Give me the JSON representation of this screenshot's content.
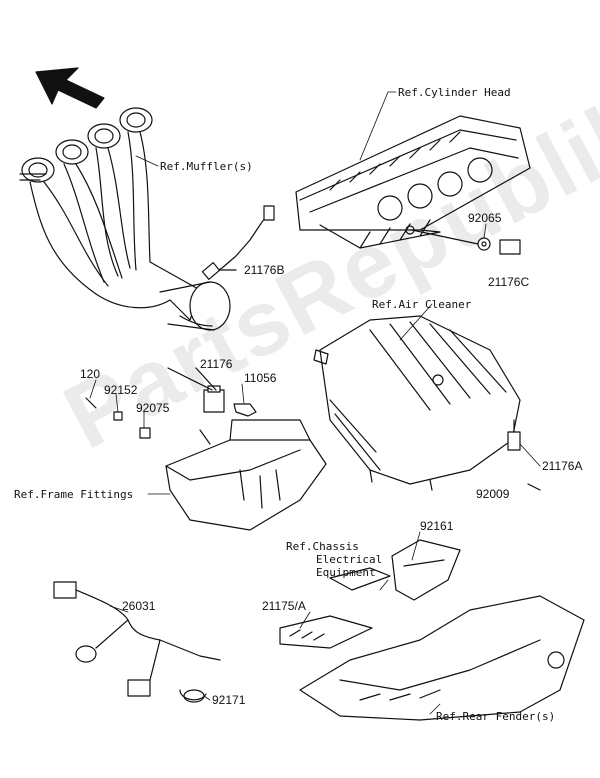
{
  "labels": {
    "ref_muffler": "Ref.Muffler(s)",
    "ref_cylinder_head": "Ref.Cylinder Head",
    "ref_air_cleaner": "Ref.Air Cleaner",
    "ref_frame_fittings": "Ref.Frame Fittings",
    "ref_chassis_l1": "Ref.Chassis",
    "ref_chassis_l2": "Electrical",
    "ref_chassis_l3": "Equipment",
    "ref_rear_fender": "Ref.Rear Fender(s)"
  },
  "parts": {
    "p21176B": "21176B",
    "p92065": "92065",
    "p21176C": "21176C",
    "p21176": "21176",
    "p11056": "11056",
    "p120": "120",
    "p92152": "92152",
    "p92075": "92075",
    "p21176A": "21176A",
    "p92009": "92009",
    "p92161": "92161",
    "p21175A": "21175/A",
    "p26031": "26031",
    "p92171": "92171"
  },
  "watermark": "PartsRepublik",
  "colors": {
    "line": "#111111",
    "fill": "#ffffff",
    "shade": "#d9d9d9",
    "watermark": "#e6e6e6"
  }
}
